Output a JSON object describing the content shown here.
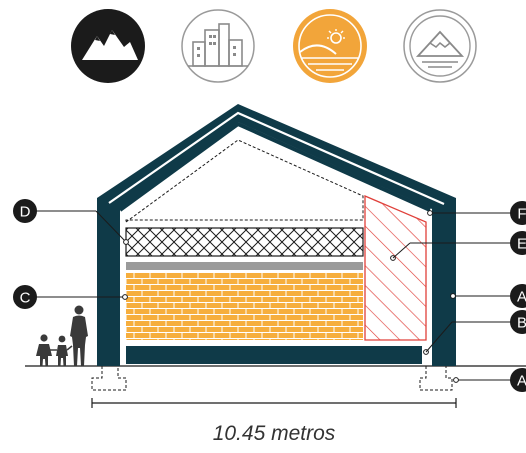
{
  "diagram": {
    "dimension_label": "10.45 metros",
    "callouts": {
      "left": [
        {
          "letter": "D"
        },
        {
          "letter": "C"
        }
      ],
      "right": [
        {
          "letter": "F"
        },
        {
          "letter": "E"
        },
        {
          "letter": "A"
        },
        {
          "letter": "B"
        },
        {
          "letter": "A"
        }
      ]
    },
    "environment_icons": [
      {
        "name": "mountains-icon",
        "selected": true
      },
      {
        "name": "city-buildings-icon",
        "selected": false
      },
      {
        "name": "sun-coast-icon",
        "selected": false,
        "highlighted": true
      },
      {
        "name": "snow-mountain-icon",
        "selected": false
      }
    ]
  },
  "colors": {
    "structure": "#0f3a48",
    "brick": "#f6ae3d",
    "accent_orange": "#f2a53a",
    "hatch_red": "#e0403a",
    "dark": "#1b1b1b",
    "icon_gray": "#888888",
    "figure": "#3a3a3a"
  }
}
